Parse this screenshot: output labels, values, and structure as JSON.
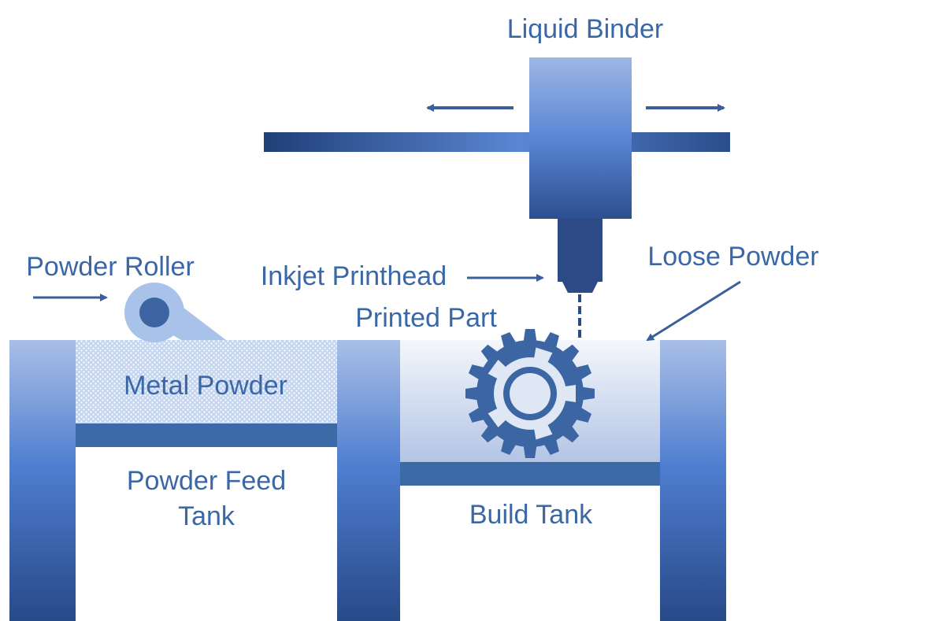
{
  "labels": {
    "liquid_binder": "Liquid Binder",
    "powder_roller": "Powder Roller",
    "inkjet_printhead": "Inkjet Printhead",
    "loose_powder": "Loose Powder",
    "printed_part": "Printed Part",
    "metal_powder": "Metal Powder",
    "powder_feed_tank_line1": "Powder Feed",
    "powder_feed_tank_line2": "Tank",
    "build_tank": "Build Tank"
  },
  "colors": {
    "label_text": "#3a67a6",
    "arrow": "#3a5f9a",
    "wall_dark": "#2b4a86",
    "wall_light": "#5b86d6",
    "platform": "#3c6aa6",
    "roller_light": "#a9c2ea",
    "roller_dark": "#3b64a0",
    "gear": "#3c66a3",
    "powder_fill": "#c8d8f0",
    "build_powder_top": "#f0f4fb",
    "build_powder_bottom": "#b5c6e6"
  },
  "icons": {
    "gear": "gear-icon",
    "roller": "roller-icon"
  }
}
